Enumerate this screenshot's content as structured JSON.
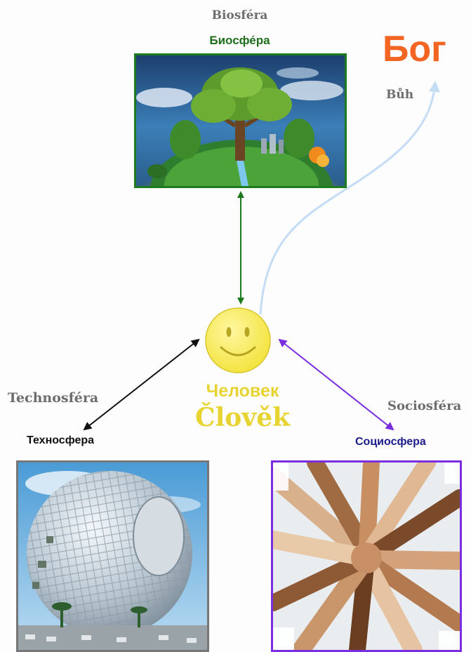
{
  "labels": {
    "biosfera_cz": "Biosféra",
    "biosfera_ru": "Биосфе́ра",
    "bog": "Бог",
    "buh": "Bůh",
    "clovek_ru": "Человек",
    "clovek_cz": "Člověk",
    "technosfera_cz": "Technosféra",
    "technosfera_ru": "Техносфера",
    "sociosfera_cz": "Sociosféra",
    "sociosfera_ru": "Социосфера"
  },
  "colors": {
    "biosfera": "#1e7a1e",
    "bog": "#f26522",
    "clovek": "#e8d430",
    "technosfera": "#111111",
    "sociosfera": "#7a2ee0",
    "buh_arrow": "#c4dcf4"
  },
  "images": {
    "biosfera": "biosphere-tree-globe-image",
    "technosfera": "spherical-glass-building-image",
    "sociosfera": "stacked-hands-image"
  }
}
